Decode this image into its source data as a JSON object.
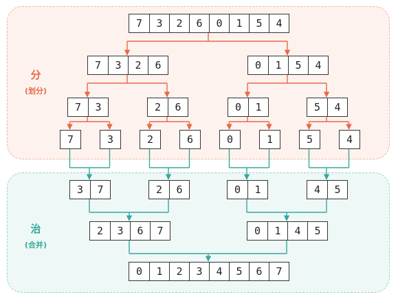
{
  "divide": {
    "label": "分",
    "sublabel": "(划分)",
    "color": "#e8694a",
    "levels": [
      [
        [
          7,
          3,
          2,
          6,
          0,
          1,
          5,
          4
        ]
      ],
      [
        [
          7,
          3,
          2,
          6
        ],
        [
          0,
          1,
          5,
          4
        ]
      ],
      [
        [
          7,
          3
        ],
        [
          2,
          6
        ],
        [
          0,
          1
        ],
        [
          5,
          4
        ]
      ],
      [
        [
          7
        ],
        [
          3
        ],
        [
          2
        ],
        [
          6
        ],
        [
          0
        ],
        [
          1
        ],
        [
          5
        ],
        [
          4
        ]
      ]
    ]
  },
  "merge": {
    "label": "治",
    "sublabel": "(合并)",
    "color": "#36a89e",
    "levels": [
      [
        [
          3,
          7
        ],
        [
          2,
          6
        ],
        [
          0,
          1
        ],
        [
          4,
          5
        ]
      ],
      [
        [
          2,
          3,
          6,
          7
        ],
        [
          0,
          1,
          4,
          5
        ]
      ],
      [
        [
          0,
          1,
          2,
          3,
          4,
          5,
          6,
          7
        ]
      ]
    ]
  }
}
